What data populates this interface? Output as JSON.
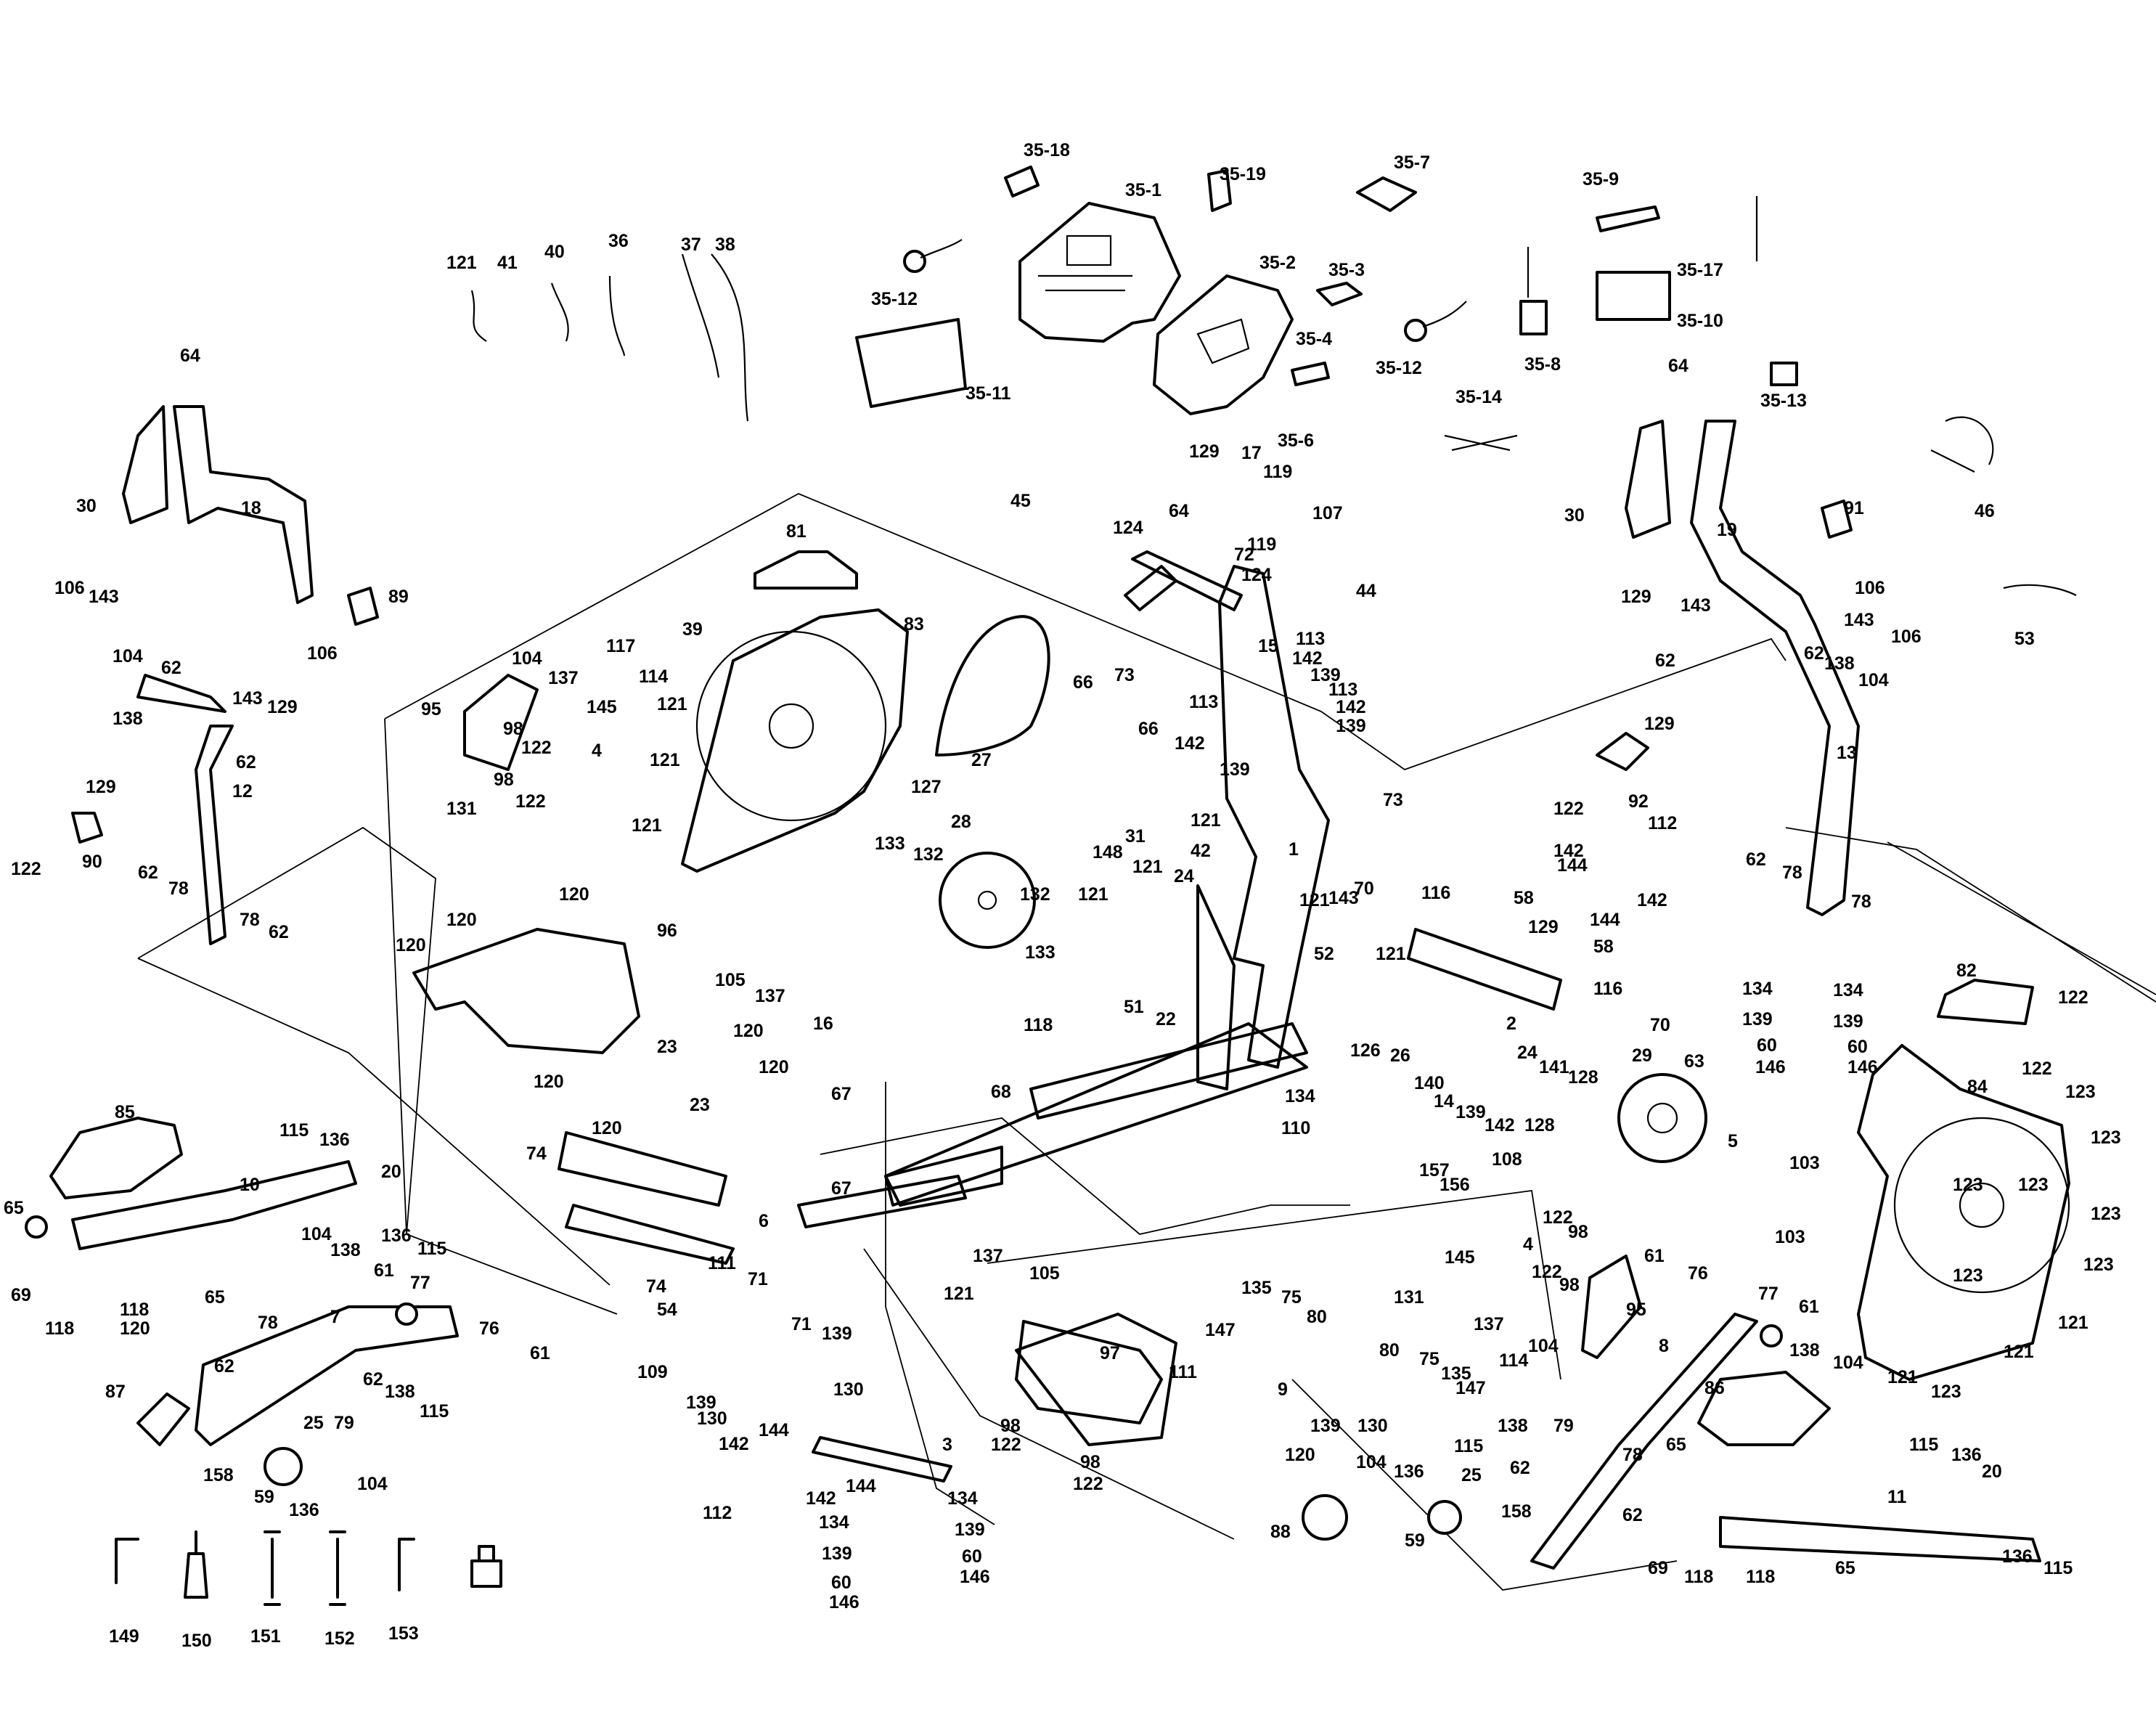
{
  "parts": {
    "p35_18": "35-18",
    "p35_1": "35-1",
    "p35_19": "35-19",
    "p35_7": "35-7",
    "p35_9": "35-9",
    "p35_17": "35-17",
    "p35_12a": "35-12",
    "p35_2": "35-2",
    "p35_3": "35-3",
    "p35_4": "35-4",
    "p35_10": "35-10",
    "p35_11": "35-11",
    "p35_12b": "35-12",
    "p35_8": "35-8",
    "p35_13": "35-13",
    "p35_14": "35-14",
    "p35_6": "35-6",
    "p121_top": "121",
    "p41": "41",
    "p40": "40",
    "p36": "36",
    "p37": "37",
    "p38": "38",
    "p64_l": "64",
    "p64_c": "64",
    "p64_r": "64",
    "p30_l": "30",
    "p18": "18",
    "p30_r": "30",
    "p19": "19",
    "p46": "46",
    "p53": "53",
    "p91": "91",
    "p89": "89",
    "p17": "17",
    "p129_c": "129",
    "p119_a": "119",
    "p119_b": "119",
    "p107": "107",
    "p45": "45",
    "p124_a": "124",
    "p124_b": "124",
    "p44": "44",
    "p72": "72",
    "p66_a": "66",
    "p73_a": "73",
    "p66_b": "66",
    "p15": "15",
    "p113_a": "113",
    "p142_a": "142",
    "p139_a": "139",
    "p113_b": "113",
    "p142_b": "142",
    "p139_b": "139",
    "p113_c": "113",
    "p142_c": "142",
    "p139_c": "139",
    "p73_b": "73",
    "p81": "81",
    "p83": "83",
    "p27": "27",
    "p117": "117",
    "p39": "39",
    "p114_a": "114",
    "p121_a": "121",
    "p121_b": "121",
    "p121_c": "121",
    "p127": "127",
    "p95_l": "95",
    "p104_a": "104",
    "p137_a": "137",
    "p145_a": "145",
    "p98_a": "98",
    "p122_a": "122",
    "p4_a": "4",
    "p98_b": "98",
    "p122_b": "122",
    "p131_a": "131",
    "p106_a": "106",
    "p143_a": "143",
    "p106_b": "106",
    "p104_b": "104",
    "p62_a": "62",
    "p138_a": "138",
    "p143_b": "143",
    "p129_a": "129",
    "p62_b": "62",
    "p12": "12",
    "p129_b": "129",
    "p122_c": "122",
    "p90": "90",
    "p62_c": "62",
    "p78_a": "78",
    "p78_b": "78",
    "p62_d": "62",
    "p129_d": "129",
    "p143_c": "143",
    "p106_c": "106",
    "p143_d": "143",
    "p106_d": "106",
    "p62_e": "62",
    "p138_b": "138",
    "p104_c": "104",
    "p129_e": "129",
    "p13": "13",
    "p122_d": "122",
    "p92": "92",
    "p62_f": "62",
    "p78_c": "78",
    "p78_d": "78",
    "p62_g": "62",
    "p31": "31",
    "p28": "28",
    "p133_a": "133",
    "p132_a": "132",
    "p132_b": "132",
    "p133_b": "133",
    "p121_d": "121",
    "p148": "148",
    "p121_e": "121",
    "p42": "42",
    "p24_a": "24",
    "p121_f": "121",
    "p51": "51",
    "p22": "22",
    "p1": "1",
    "p121_g": "121",
    "p143_e": "143",
    "p70_a": "70",
    "p52": "52",
    "p121_h": "121",
    "p116_a": "116",
    "p58_a": "58",
    "p129_f": "129",
    "p58_b": "58",
    "p116_b": "116",
    "p70_b": "70",
    "p112_a": "112",
    "p144_a": "144",
    "p142_d": "142",
    "p142_e": "142",
    "p144_b": "144",
    "p2": "2",
    "p134_a": "134",
    "p139_d": "139",
    "p60_a": "60",
    "p146_a": "146",
    "p134_b": "134",
    "p139_e": "139",
    "p60_b": "60",
    "p146_b": "146",
    "p82": "82",
    "p122_e": "122",
    "p122_f": "122",
    "p84": "84",
    "p123_a": "123",
    "p123_b": "123",
    "p123_c": "123",
    "p123_d": "123",
    "p123_e": "123",
    "p123_f": "123",
    "p123_g": "123",
    "p121_i": "121",
    "p121_j": "121",
    "p121_k": "121",
    "p123_h": "123",
    "p120_a": "120",
    "p120_b": "120",
    "p120_c": "120",
    "p96": "96",
    "p105_a": "105",
    "p137_b": "137",
    "p120_d": "120",
    "p16": "16",
    "p23_a": "23",
    "p23_b": "23",
    "p120_e": "120",
    "p120_f": "120",
    "p120_g": "120",
    "p67_a": "67",
    "p67_b": "67",
    "p74_a": "74",
    "p74_b": "74",
    "p6": "6",
    "p118_a": "118",
    "p68": "68",
    "p126": "126",
    "p26": "26",
    "p140": "140",
    "p14": "14",
    "p134_c": "134",
    "p110": "110",
    "p24_b": "24",
    "p141": "141",
    "p128_a": "128",
    "p29": "29",
    "p63": "63",
    "p128_b": "128",
    "p139_f": "139",
    "p142_f": "142",
    "p157": "157",
    "p156": "156",
    "p108": "108",
    "p5": "5",
    "p103_a": "103",
    "p103_b": "103",
    "p85": "85",
    "p115_a": "115",
    "p136_a": "136",
    "p20_a": "20",
    "p10": "10",
    "p65_a": "65",
    "p136_b": "136",
    "p115_b": "115",
    "p69_a": "69",
    "p118_b": "118",
    "p118_c": "118",
    "p65_b": "65",
    "p104_d": "104",
    "p138_c": "138",
    "p61_a": "61",
    "p77_a": "77",
    "p120_h": "120",
    "p7": "7",
    "p76_a": "76",
    "p61_b": "61",
    "p87": "87",
    "p62_h": "62",
    "p78_e": "78",
    "p62_i": "62",
    "p138_d": "138",
    "p115_c": "115",
    "p25_a": "25",
    "p79_a": "79",
    "p158_a": "158",
    "p59_a": "59",
    "p136_c": "136",
    "p104_e": "104",
    "p137_c": "137",
    "p105_b": "105",
    "p111_a": "111",
    "p71_a": "71",
    "p54": "54",
    "p71_b": "71",
    "p139_g": "139",
    "p121_l": "121",
    "p109": "109",
    "p139_h": "139",
    "p130_a": "130",
    "p130_b": "130",
    "p144_c": "144",
    "p142_g": "142",
    "p3": "3",
    "p112_b": "112",
    "p142_h": "142",
    "p144_d": "144",
    "p134_d": "134",
    "p139_i": "139",
    "p60_c": "60",
    "p146_c": "146",
    "p134_e": "134",
    "p139_j": "139",
    "p60_d": "60",
    "p146_d": "146",
    "p97": "97",
    "p98_c": "98",
    "p122_g": "122",
    "p98_d": "98",
    "p122_h": "122",
    "p145_b": "145",
    "p4_b": "4",
    "p122_i": "122",
    "p98_e": "98",
    "p122_j": "122",
    "p98_f": "98",
    "p131_b": "131",
    "p137_d": "137",
    "p114_b": "114",
    "p104_f": "104",
    "p61_c": "61",
    "p95_r": "95",
    "p76_b": "76",
    "p135_a": "135",
    "p75_a": "75",
    "p80_a": "80",
    "p147_a": "147",
    "p111_b": "111",
    "p9": "9",
    "p80_b": "80",
    "p75_b": "75",
    "p135_b": "135",
    "p147_b": "147",
    "p139_k": "139",
    "p130_c": "130",
    "p8": "8",
    "p77_b": "77",
    "p61_d": "61",
    "p138_e": "138",
    "p104_g": "104",
    "p115_d": "115",
    "p138_f": "138",
    "p62_j": "62",
    "p79_b": "79",
    "p78_f": "78",
    "p62_k": "62",
    "p25_b": "25",
    "p120_i": "120",
    "p104_h": "104",
    "p136_d": "136",
    "p88": "88",
    "p59_b": "59",
    "p158_b": "158",
    "p86": "86",
    "p65_c": "65",
    "p11": "11",
    "p115_e": "115",
    "p136_e": "136",
    "p20_b": "20",
    "p69_b": "69",
    "p118_d": "118",
    "p118_e": "118",
    "p65_d": "65",
    "p136_f": "136",
    "p115_f": "115",
    "p149": "149",
    "p150": "150",
    "p151": "151",
    "p152": "152",
    "p153": "153"
  }
}
